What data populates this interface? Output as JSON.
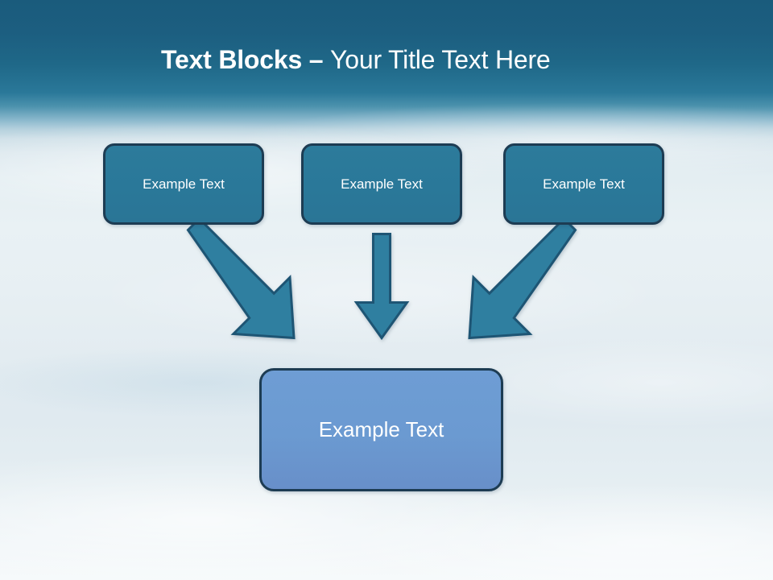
{
  "slide": {
    "title": {
      "bold_part": "Text Blocks",
      "dash": " – ",
      "light_part": "Your Title Text Here",
      "full": "Text Blocks – Your Title Text Here"
    },
    "background": {
      "top_color": "#1a5b7c",
      "mid_color": "#b4d0dd",
      "bottom_color": "#f4f8fa",
      "description": "sky-gradient"
    },
    "colors": {
      "node_top_fill": "#2a7899",
      "node_bottom_fill": "#6b9ad1",
      "node_border": "#1d3c53",
      "arrow_fill": "#2f7fa0",
      "arrow_border": "#1e5574",
      "text": "#ffffff"
    },
    "top_boxes": [
      {
        "label": "Example Text"
      },
      {
        "label": "Example Text"
      },
      {
        "label": "Example Text"
      }
    ],
    "bottom_box": {
      "label": "Example Text"
    },
    "arrows": [
      {
        "name": "arrow-left-diagonal",
        "direction": "down-right"
      },
      {
        "name": "arrow-middle-vertical",
        "direction": "down"
      },
      {
        "name": "arrow-right-diagonal",
        "direction": "down-left"
      }
    ]
  }
}
